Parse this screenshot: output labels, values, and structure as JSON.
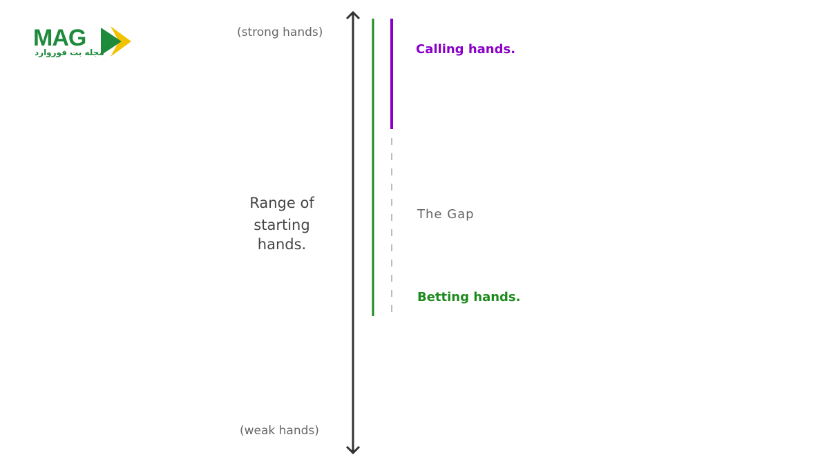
{
  "logo": {
    "text": "MAG",
    "subtitle": "مجله بت فوروارد"
  },
  "labels": {
    "strong": "(strong hands)",
    "weak": "(weak hands)",
    "range": [
      "Range of",
      "starting",
      "hands."
    ],
    "calling": "Calling hands.",
    "gap": "The Gap",
    "betting": "Betting hands."
  },
  "colors": {
    "calling": "#8a00c8",
    "betting": "#1c8a1c",
    "axis": "#333333",
    "gap": "#bbbbbb",
    "logo_green": "#1e8a3c",
    "logo_yellow": "#f2c200"
  }
}
